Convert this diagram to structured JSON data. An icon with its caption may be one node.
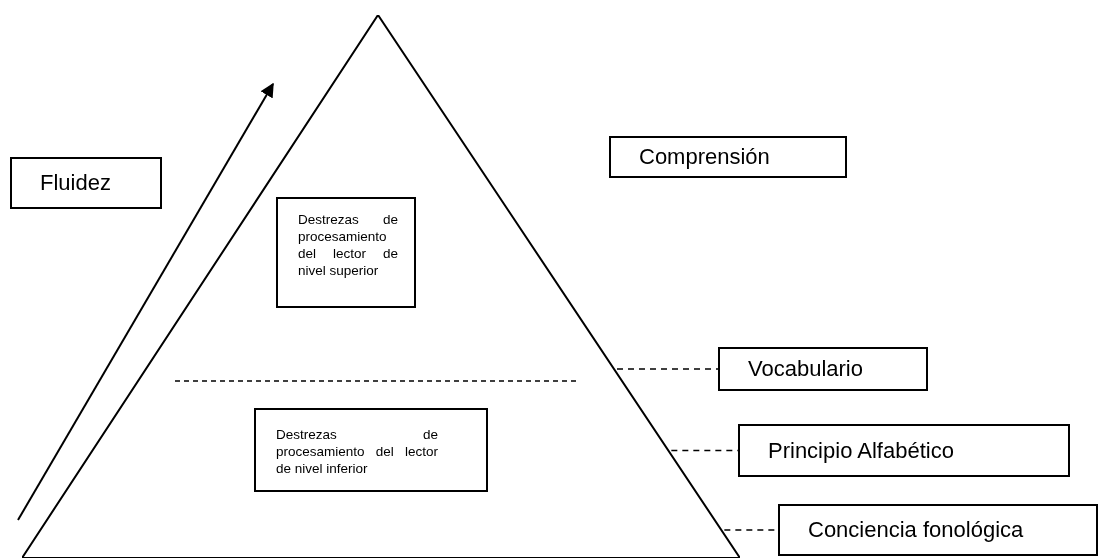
{
  "diagram": {
    "nodes": [
      {
        "text": [
          "Fluidez"
        ]
      },
      {
        "text": [],
        "shape": "triangle"
      },
      {
        "text": [
          "Comprensión"
        ]
      },
      {
        "text": [
          "Destrezas de procesamiento del lector de nivel superior"
        ],
        "in": 1
      },
      {
        "text": [
          "Vocabulario"
        ]
      },
      {
        "text": [
          "Destrezas de procesamiento del lector de nivel inferior"
        ],
        "in": 1
      },
      {
        "text": [
          "Principio Alfabético"
        ]
      },
      {
        "text": [
          "Conciencia fonológica"
        ]
      }
    ],
    "edges": [
      {
        "from": 1,
        "to": 4,
        "arrow": "none",
        "style": "dashed"
      },
      {
        "from": 1,
        "to": 6,
        "arrow": "none",
        "style": "dashed"
      },
      {
        "from": 1,
        "to": 7,
        "arrow": "none",
        "style": "dashed"
      }
    ]
  }
}
